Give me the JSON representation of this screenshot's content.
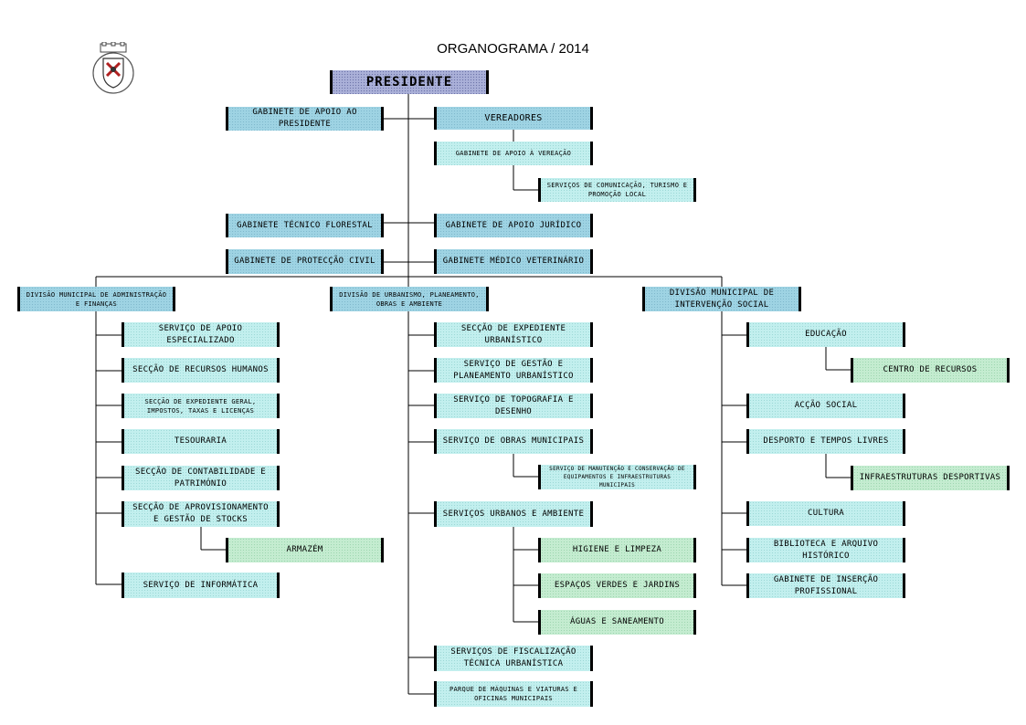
{
  "title": "ORGANOGRAMA / 2014",
  "logo": {
    "icon": "municipal-coat-of-arms"
  },
  "colors": {
    "president": "#aab0d8",
    "cabinet": "#9ed3e3",
    "service": "#c2efee",
    "subunit": "#c4ecd0"
  },
  "top": {
    "president": "PRESIDENTE",
    "gab_apoio_presidente": "GABINETE DE APOIO AO PRESIDENTE",
    "vereadores": "VEREADORES",
    "gab_apoio_vereacao": "GABINETE DE APOIO À VEREAÇÃO",
    "servicos_comunicacao": "SERVIÇOS DE COMUNICAÇÃO, TURISMO E PROMOÇÃO LOCAL",
    "gab_tecnico_florestal": "GABINETE TÉCNICO FLORESTAL",
    "gab_apoio_juridico": "GABINETE DE APOIO JURÍDICO",
    "gab_proteccao_civil": "GABINETE DE PROTECÇÃO CIVIL",
    "gab_medico_veterinario": "GABINETE MÉDICO VETERINÁRIO"
  },
  "divisions": {
    "dmaf": {
      "name": "DIVISÃO MUNICIPAL DE ADMINISTRAÇÃO E FINANÇAS",
      "apoio_especializado": "SERVIÇO DE APOIO ESPECIALIZADO",
      "recursos_humanos": "SECÇÃO DE RECURSOS HUMANOS",
      "expediente_geral": "SECÇÃO DE EXPEDIENTE GERAL, IMPOSTOS, TAXAS E LICENÇAS",
      "tesouraria": "TESOURARIA",
      "contabilidade": "SECÇÃO DE CONTABILIDADE E PATRIMÓNIO",
      "aprovisionamento": "SECÇÃO DE APROVISIONAMENTO E GESTÃO DE STOCKS",
      "armazem": "ARMAZÉM",
      "informatica": "SERVIÇO DE INFORMÁTICA"
    },
    "dupoa": {
      "name": "DIVISÃO DE URBANISMO, PLANEAMENTO, OBRAS E AMBIENTE",
      "expediente_urbanistico": "SECÇÃO DE EXPEDIENTE URBANÍSTICO",
      "gestao_planeamento": "SERVIÇO DE GESTÃO E PLANEAMENTO URBANÍSTICO",
      "topografia": "SERVIÇO DE TOPOGRAFIA E DESENHO",
      "obras_municipais": "SERVIÇO DE OBRAS MUNICIPAIS",
      "manutencao": "SERVIÇO DE MANUTENÇÃO E CONSERVAÇÃO DE EQUIPAMENTOS E INFRAESTRUTURAS MUNICIPAIS",
      "urbanos_ambiente": "SERVIÇOS URBANOS E AMBIENTE",
      "higiene": "HIGIENE E LIMPEZA",
      "espacos_verdes": "ESPAÇOS VERDES E JARDINS",
      "aguas": "ÁGUAS E SANEAMENTO",
      "fiscalizacao": "SERVIÇOS DE FISCALIZAÇÃO TÉCNICA URBANÍSTICA",
      "parque_maquinas": "PARQUE DE MÁQUINAS E VIATURAS E OFICINAS MUNICIPAIS"
    },
    "dmis": {
      "name": "DIVISÃO MUNICIPAL DE INTERVENÇÃO SOCIAL",
      "educacao": "EDUCAÇÃO",
      "centro_recursos": "CENTRO DE RECURSOS",
      "accao_social": "ACÇÃO SOCIAL",
      "desporto": "DESPORTO E TEMPOS LIVRES",
      "infraestruturas_desportivas": "INFRAESTRUTURAS DESPORTIVAS",
      "cultura": "CULTURA",
      "biblioteca": "BIBLIOTECA E ARQUIVO HISTÓRICO",
      "insercao": "GABINETE DE INSERÇÃO PROFISSIONAL"
    }
  }
}
